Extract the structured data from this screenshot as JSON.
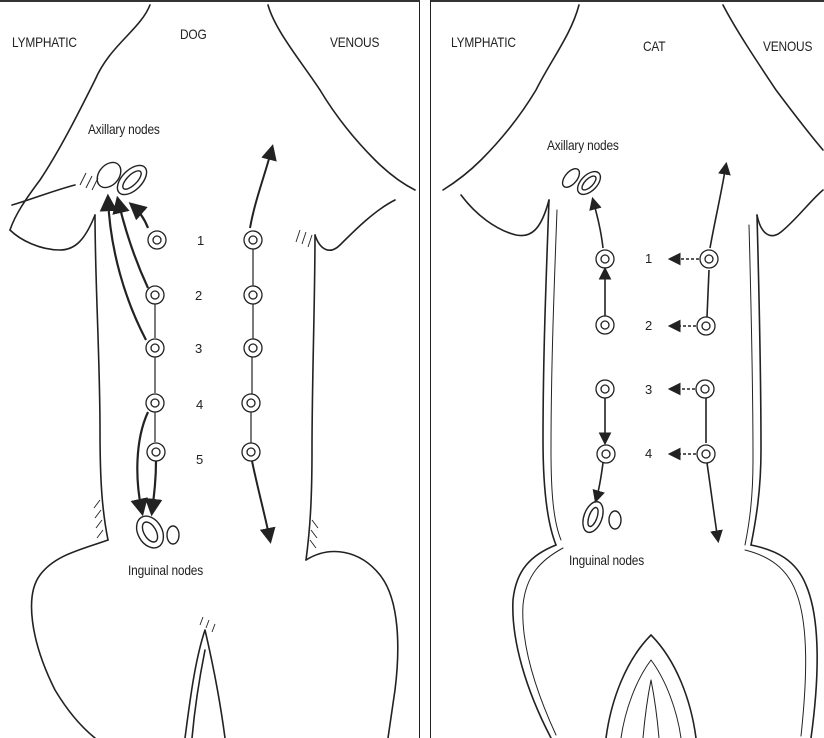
{
  "dog": {
    "lymphatic_label": "LYMPHATIC",
    "title": "DOG",
    "venous_label": "VENOUS",
    "axillary_label": "Axillary nodes",
    "inguinal_label": "Inguinal nodes",
    "gland_numbers": [
      "1",
      "2",
      "3",
      "4",
      "5"
    ]
  },
  "cat": {
    "lymphatic_label": "LYMPHATIC",
    "title": "CAT",
    "venous_label": "VENOUS",
    "axillary_label": "Axillary nodes",
    "inguinal_label": "Inguinal nodes",
    "gland_numbers": [
      "1",
      "2",
      "3",
      "4"
    ]
  }
}
